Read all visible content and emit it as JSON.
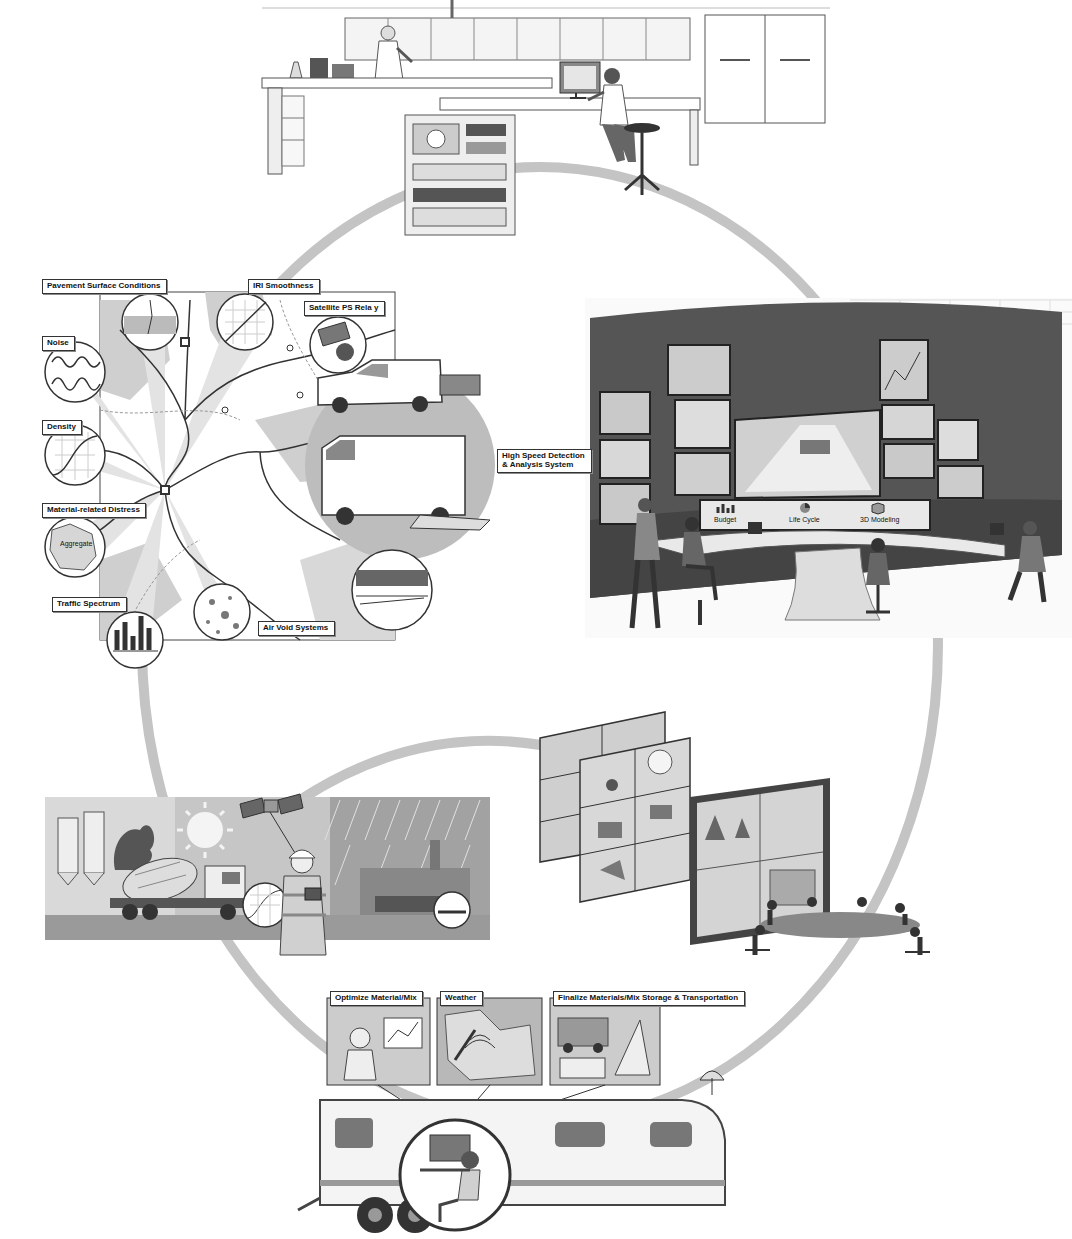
{
  "diagram": {
    "nodes": [
      {
        "text": [
          "Pavement Surface Conditions"
        ]
      },
      {
        "text": [
          "IRI Smoothness"
        ]
      },
      {
        "text": [
          "Satellite PS Rela y"
        ]
      },
      {
        "text": [
          "Noise"
        ]
      },
      {
        "text": [
          "Density"
        ]
      },
      {
        "text": [
          "High Speed Detection & Analysis System"
        ]
      },
      {
        "text": [
          "Material-related Distress"
        ]
      },
      {
        "text": [
          "Traffic Spectrum"
        ]
      },
      {
        "text": [
          "Air Void Systems"
        ]
      },
      {
        "text": [
          "Optimize Material/Mix"
        ]
      },
      {
        "text": [
          "Weather"
        ]
      },
      {
        "text": [
          "Finalize Materials/Mix Storage & Transportation"
        ]
      }
    ],
    "labels": [
      "Aggregate",
      "Budget",
      "Life Cycle",
      "3D Modeling"
    ]
  }
}
